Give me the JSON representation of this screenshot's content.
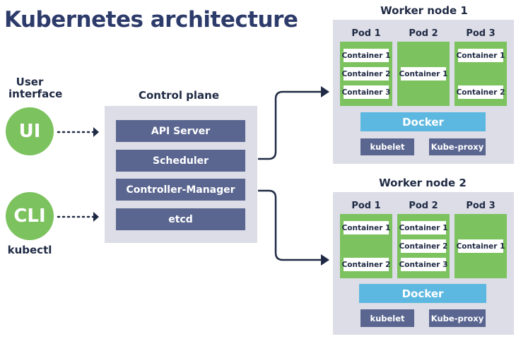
{
  "title": "Kubernetes architecture",
  "user_interface_label": "User\ninterface",
  "ui_circle": "UI",
  "cli_circle": "CLI",
  "kubectl_label": "kubectl",
  "control_plane": {
    "label": "Control plane",
    "items": [
      "API Server",
      "Scheduler",
      "Controller-Manager",
      "etcd"
    ]
  },
  "worker1": {
    "label": "Worker node 1",
    "pods": [
      {
        "label": "Pod 1",
        "containers": [
          "Container 1",
          "Container 2",
          "Container 3"
        ]
      },
      {
        "label": "Pod 2",
        "containers": [
          "Container 1"
        ]
      },
      {
        "label": "Pod 3",
        "containers": [
          "Container 1",
          "Container 2"
        ]
      }
    ],
    "docker": "Docker",
    "kubelet": "kubelet",
    "kube_proxy": "Kube-proxy"
  },
  "worker2": {
    "label": "Worker node 2",
    "pods": [
      {
        "label": "Pod 1",
        "containers": [
          "Container 1",
          "Container 2"
        ]
      },
      {
        "label": "Pod 2",
        "containers": [
          "Container 1",
          "Container 2",
          "Container 3"
        ]
      },
      {
        "label": "Pod 3",
        "containers": [
          "Container 1"
        ]
      }
    ],
    "docker": "Docker",
    "kubelet": "kubelet",
    "kube_proxy": "Kube-proxy"
  },
  "colors": {
    "title": "#2d3b6b",
    "green": "#7cc25e",
    "panel": "#dcdde6",
    "slate": "#5a6690",
    "docker": "#5cb8e0",
    "arrow": "#1f2a44"
  }
}
